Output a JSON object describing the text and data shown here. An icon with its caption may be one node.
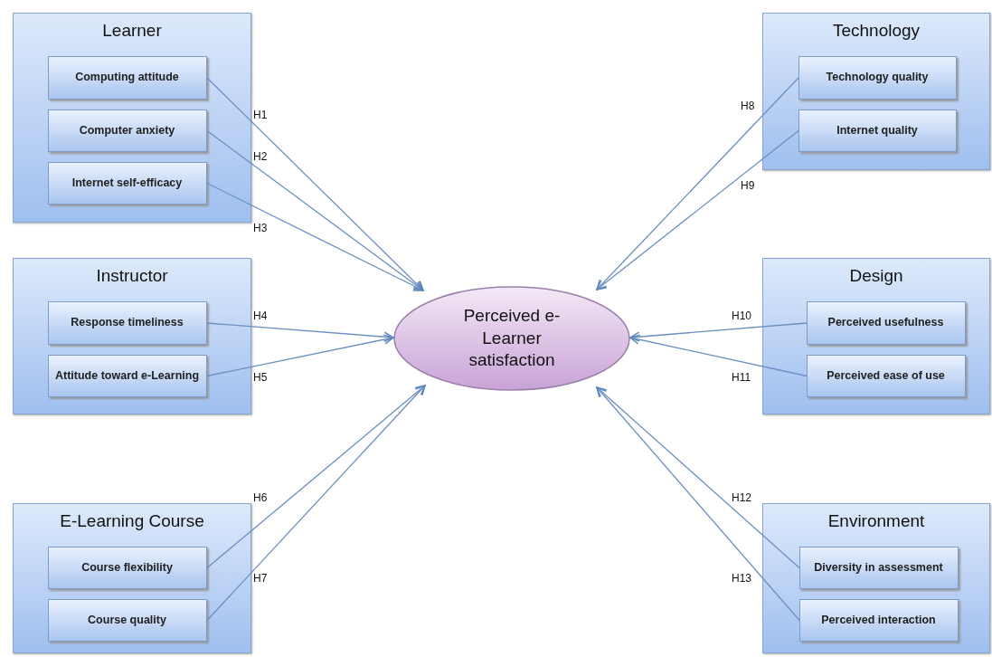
{
  "diagram": {
    "nodes": [
      {
        "text": [
          "Learner"
        ]
      },
      {
        "text": [
          "Computing attitude"
        ],
        "in": 0
      },
      {
        "text": [
          "Computer anxiety"
        ],
        "in": 0
      },
      {
        "text": [
          "Internet self-efficacy"
        ],
        "in": 0
      },
      {
        "text": [
          "Instructor"
        ]
      },
      {
        "text": [
          "Response timeliness"
        ],
        "in": 4
      },
      {
        "text": [
          "Attitude toward e-Learning"
        ],
        "in": 4
      },
      {
        "text": [
          "E-Learning Course"
        ]
      },
      {
        "text": [
          "Course flexibility"
        ],
        "in": 7
      },
      {
        "text": [
          "Course quality"
        ],
        "in": 7
      },
      {
        "text": [
          "Technology"
        ]
      },
      {
        "text": [
          "Technology quality"
        ],
        "in": 10
      },
      {
        "text": [
          "Internet quality"
        ],
        "in": 10
      },
      {
        "text": [
          "Design"
        ]
      },
      {
        "text": [
          "Perceived usefulness"
        ],
        "in": 13
      },
      {
        "text": [
          "Perceived ease of use"
        ],
        "in": 13
      },
      {
        "text": [
          "Environment"
        ]
      },
      {
        "text": [
          "Diversity in assessment"
        ],
        "in": 16
      },
      {
        "text": [
          "Perceived interaction"
        ],
        "in": 16
      },
      {
        "text": [
          "Perceived e-Learner satisfaction"
        ]
      }
    ],
    "edges": [
      {
        "from": 1,
        "to": 19,
        "arrow": "to",
        "label": "H1"
      },
      {
        "from": 2,
        "to": 19,
        "arrow": "to",
        "label": "H2"
      },
      {
        "from": 3,
        "to": 19,
        "arrow": "to",
        "label": "H3"
      },
      {
        "from": 5,
        "to": 19,
        "arrow": "to",
        "label": "H4"
      },
      {
        "from": 6,
        "to": 19,
        "arrow": "to",
        "label": "H5"
      },
      {
        "from": 8,
        "to": 19,
        "arrow": "to",
        "label": "H6"
      },
      {
        "from": 9,
        "to": 19,
        "arrow": "to",
        "label": "H7"
      },
      {
        "from": 11,
        "to": 19,
        "arrow": "to",
        "label": "H8"
      },
      {
        "from": 12,
        "to": 19,
        "arrow": "to",
        "label": "H9"
      },
      {
        "from": 14,
        "to": 19,
        "arrow": "to",
        "label": "H10"
      },
      {
        "from": 15,
        "to": 19,
        "arrow": "to",
        "label": "H11"
      },
      {
        "from": 17,
        "to": 19,
        "arrow": "to",
        "label": "H12"
      },
      {
        "from": 18,
        "to": 19,
        "arrow": "to",
        "label": "H13"
      }
    ]
  }
}
